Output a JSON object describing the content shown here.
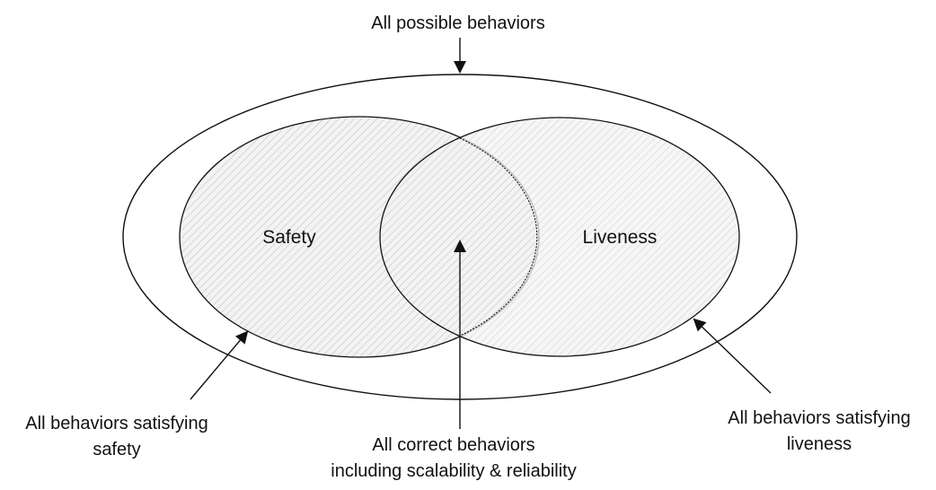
{
  "colors": {
    "stroke": "#111111",
    "hatch": "#bdbdbd",
    "fill": "#f3f3f3",
    "background": "#ffffff"
  },
  "labels": {
    "top": "All possible behaviors",
    "safety": "Safety",
    "liveness": "Liveness",
    "left_bottom": [
      "All behaviors satisfying",
      "safety"
    ],
    "center_bottom": [
      "All correct behaviors",
      "including scalability & reliability"
    ],
    "right_bottom": [
      "All behaviors satisfying",
      "liveness"
    ]
  }
}
